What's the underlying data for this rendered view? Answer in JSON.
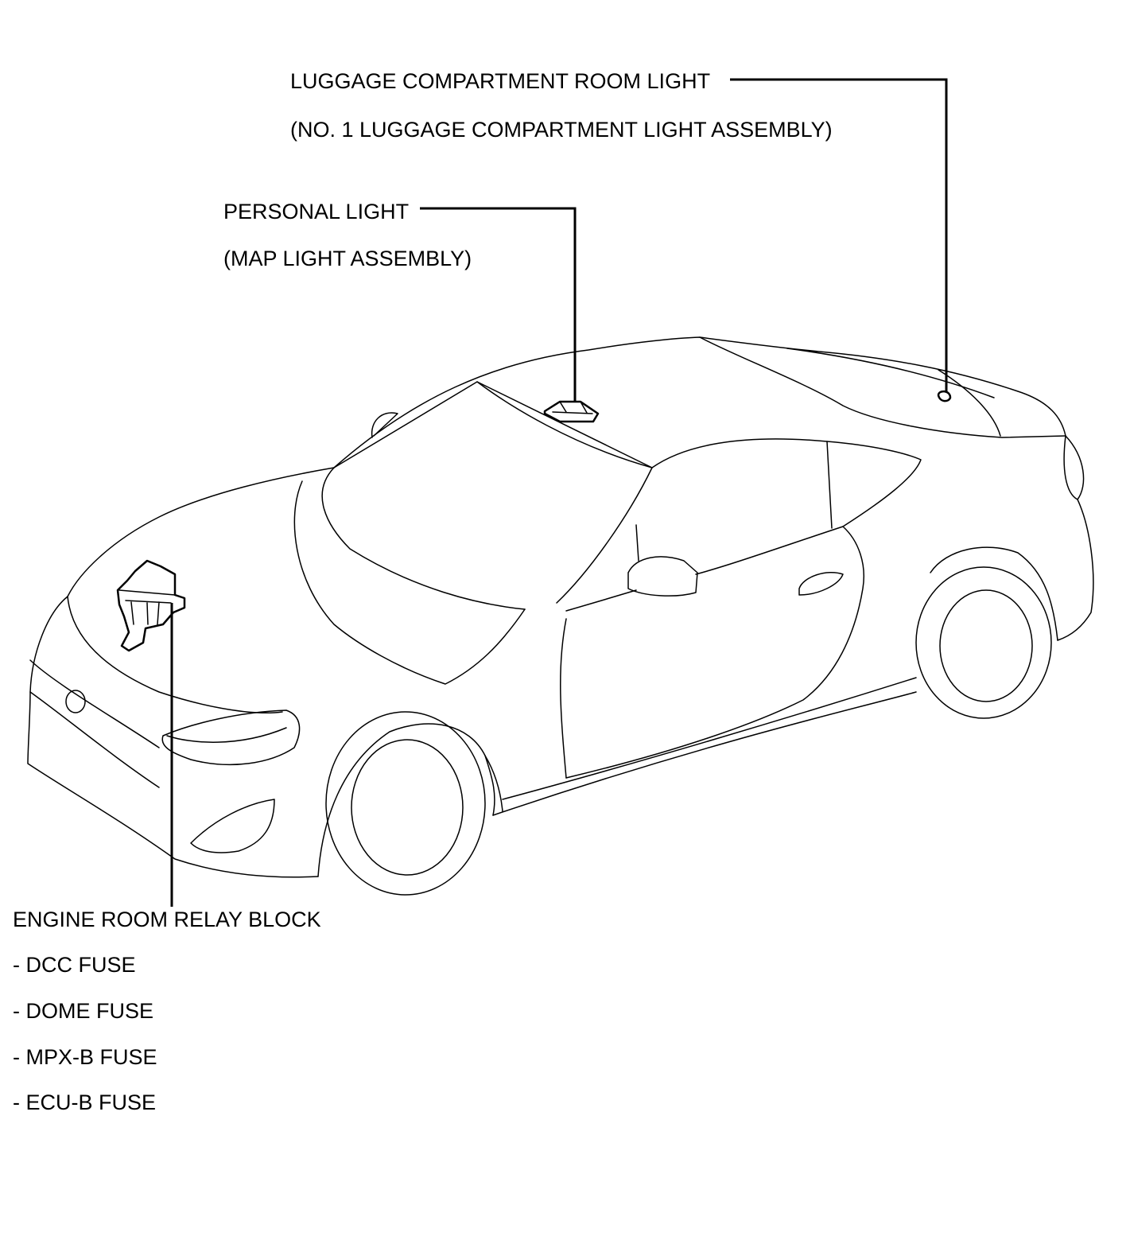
{
  "callouts": {
    "luggage": {
      "line1": "LUGGAGE COMPARTMENT ROOM LIGHT",
      "line2": "(NO. 1 LUGGAGE COMPARTMENT LIGHT ASSEMBLY)"
    },
    "personal": {
      "line1": "PERSONAL LIGHT",
      "line2": "(MAP LIGHT ASSEMBLY)"
    },
    "relay_block": {
      "title": "ENGINE ROOM RELAY BLOCK",
      "fuses": [
        "- DCC FUSE",
        "- DOME FUSE",
        "- MPX-B FUSE",
        "- ECU-B FUSE"
      ]
    }
  }
}
